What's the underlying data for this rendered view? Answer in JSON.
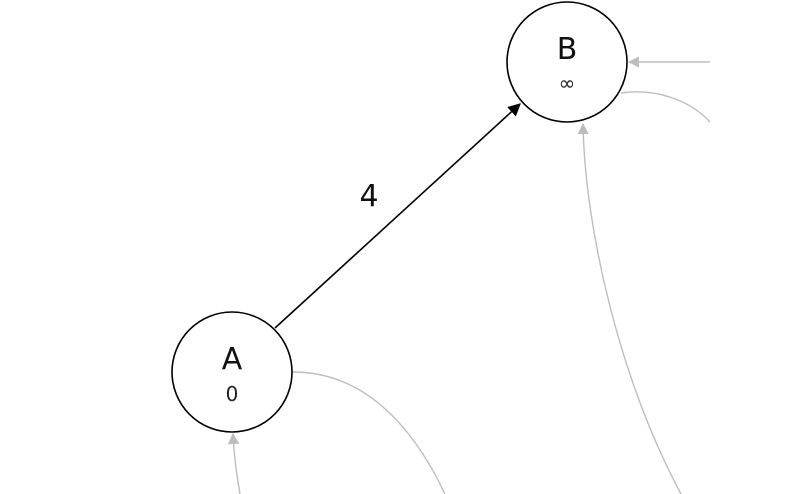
{
  "graph": {
    "nodes": [
      {
        "id": "A",
        "label": "A",
        "distance": "0"
      },
      {
        "id": "B",
        "label": "B",
        "distance": "∞"
      }
    ],
    "edges": [
      {
        "from": "A",
        "to": "B",
        "weight": "4",
        "state": "active"
      }
    ],
    "colors": {
      "active_edge": "#000000",
      "faded_edge": "#bdbdbd",
      "node_fill": "#ffffff",
      "node_stroke": "#000000"
    }
  }
}
